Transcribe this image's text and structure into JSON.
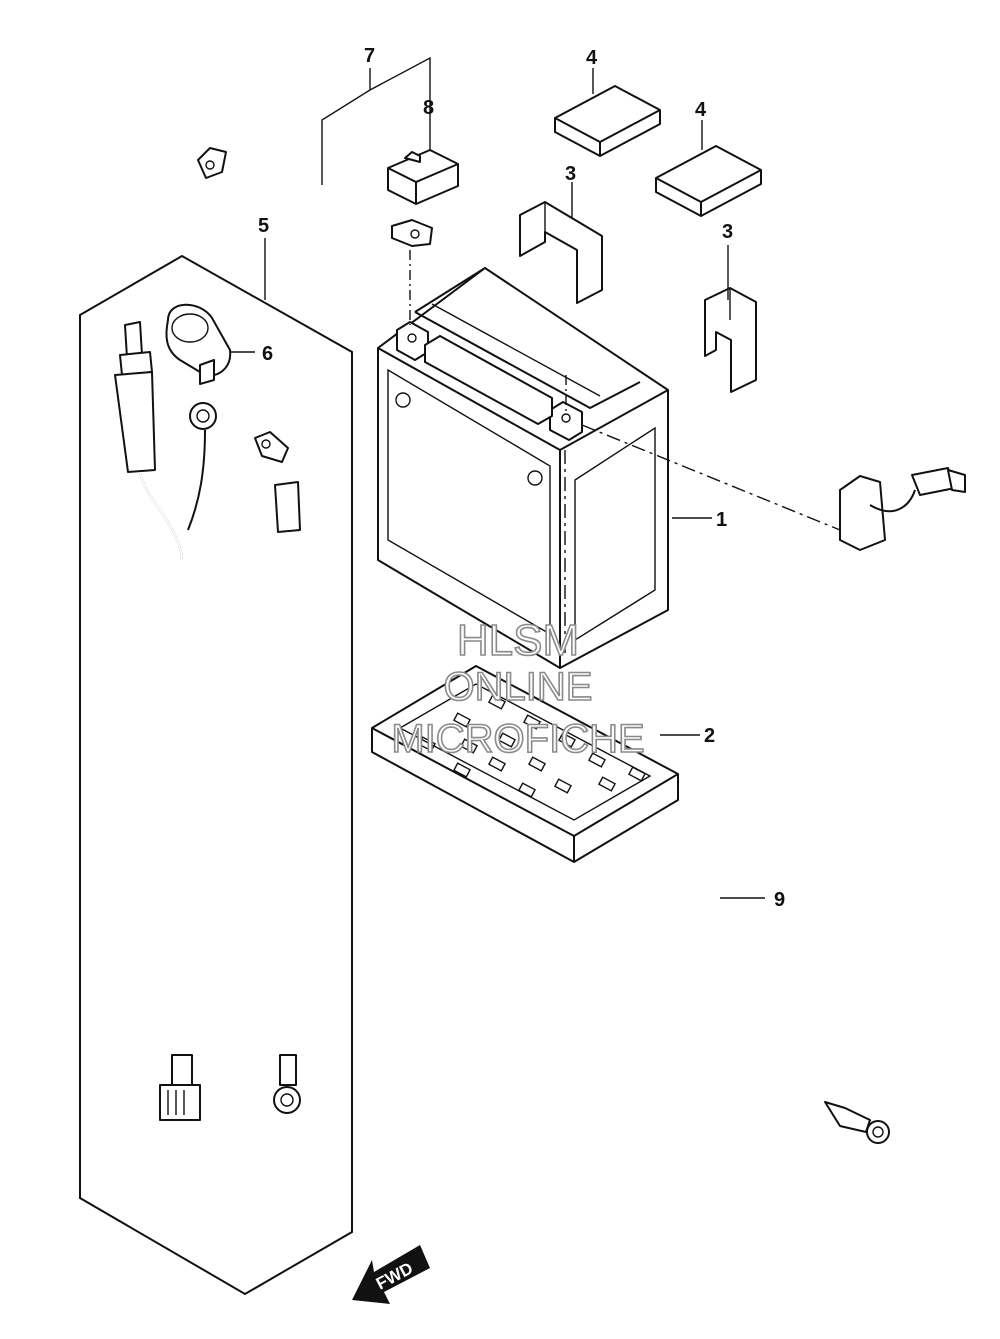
{
  "callouts": [
    {
      "id": "battery",
      "label": "1"
    },
    {
      "id": "battery-tray",
      "label": "2"
    },
    {
      "id": "spacer-upper",
      "label": "3"
    },
    {
      "id": "spacer-lower",
      "label": "3"
    },
    {
      "id": "pad-left",
      "label": "4"
    },
    {
      "id": "pad-right",
      "label": "4"
    },
    {
      "id": "wiring-harness-set",
      "label": "5"
    },
    {
      "id": "cap",
      "label": "6"
    },
    {
      "id": "positive-lead",
      "label": "7"
    },
    {
      "id": "terminal-cover",
      "label": "8"
    },
    {
      "id": "negative-lead",
      "label": "9"
    }
  ],
  "watermark": {
    "line1": "HLSM",
    "line2": "ONLINE",
    "line3": "MICROFICHE"
  },
  "direction_indicator": {
    "label": "FWD"
  }
}
